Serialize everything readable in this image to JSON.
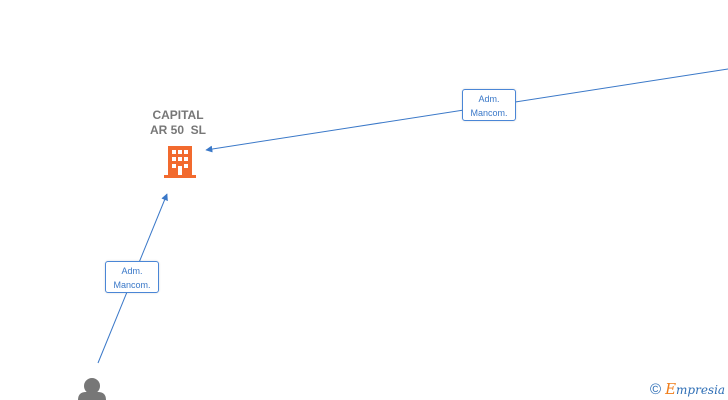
{
  "company": {
    "name_line1": "CAPITAL",
    "name_line2": "AR 50  SL",
    "icon": "building-icon",
    "color": "#f26a2e"
  },
  "person": {
    "icon": "person-icon",
    "color": "#777777"
  },
  "edges": [
    {
      "line1": "Adm.",
      "line2": "Mancom.",
      "from": "offscreen-entity",
      "to": "company"
    },
    {
      "line1": "Adm.",
      "line2": "Mancom.",
      "from": "person",
      "to": "company"
    }
  ],
  "edge_color": "#3a78c8",
  "brand": {
    "copyright_symbol": "©",
    "initial": "E",
    "rest": "mpresia"
  }
}
